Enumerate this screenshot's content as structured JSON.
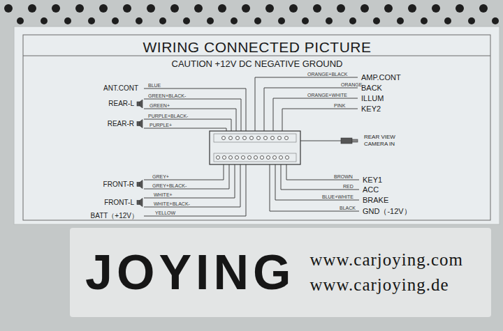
{
  "diagram": {
    "title": "WIRING CONNECTED PICTURE",
    "nodes": [
      {
        "text": [
          "JOYING",
          "www.carjoying.com",
          "www.carjoying.de"
        ]
      }
    ],
    "labels": [
      "CAUTION +12V DC NEGATIVE GROUND",
      "ANT.CONT",
      "BLUE",
      "REAR-L",
      "GREEN+BLACK-",
      "GREEN+",
      "REAR-R",
      "PURPLE+BLACK-",
      "PURPLE+",
      "FRONT-R",
      "GREY+",
      "GREY+BLACK-",
      "FRONT-L",
      "WHITE+",
      "WHITE+BLACK-",
      "BATT（+12V）",
      "YELLOW",
      "ORANGE+BLACK",
      "AMP.CONT",
      "ORANGE",
      "BACK",
      "ORANGE+WHITE",
      "ILLUM",
      "PINK",
      "KEY2",
      "REAR VIEW CAMERA IN",
      "BROWN",
      "KEY1",
      "RED",
      "ACC",
      "BLUE+WHITE",
      "BRAKE",
      "BLACK",
      "GND（-12V）"
    ]
  }
}
